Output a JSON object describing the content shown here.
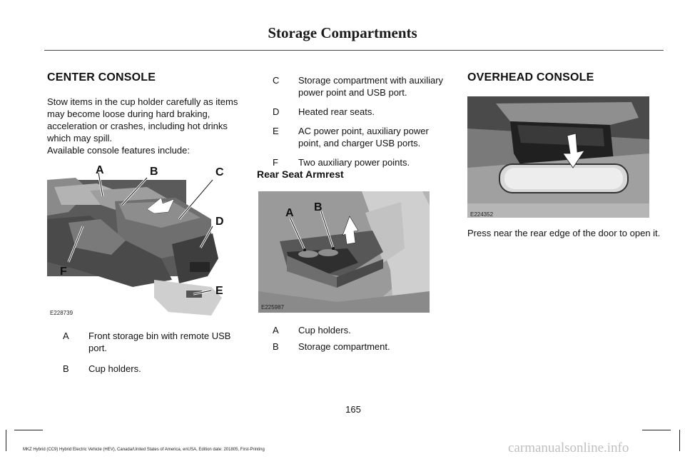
{
  "header": {
    "title": "Storage Compartments"
  },
  "center_console": {
    "title": "CENTER CONSOLE",
    "para1": "Stow items in the cup holder carefully as items may become loose during hard braking, acceleration or crashes, including hot drinks which may spill.",
    "para2": "Available console features include:",
    "figure_code": "E228739",
    "callouts": [
      "A",
      "B",
      "C",
      "D",
      "E",
      "F"
    ],
    "items": [
      {
        "key": "A",
        "text": "Front storage bin with remote USB port."
      },
      {
        "key": "B",
        "text": "Cup holders."
      },
      {
        "key": "C",
        "text": "Storage compartment with auxiliary power point and USB port."
      },
      {
        "key": "D",
        "text": "Heated rear seats."
      },
      {
        "key": "E",
        "text": "AC power point, auxiliary power point, and charger USB ports."
      },
      {
        "key": "F",
        "text": "Two auxiliary power points."
      }
    ]
  },
  "rear_seat_armrest": {
    "title": "Rear Seat Armrest",
    "figure_code": "E225987",
    "callouts": [
      "A",
      "B"
    ],
    "items": [
      {
        "key": "A",
        "text": "Cup holders."
      },
      {
        "key": "B",
        "text": "Storage compartment."
      }
    ]
  },
  "overhead_console": {
    "title": "OVERHEAD CONSOLE",
    "figure_code": "E224352",
    "para": "Press near the rear edge of the door to open it."
  },
  "footer": {
    "page_number": "165",
    "doc_info": "MKZ Hybrid (CC9) Hybrid Electric Vehicle (HEV), Canada/United States of America, enUSA, Edition date: 201805, First-Printing",
    "watermark": "carmanualsonline.info"
  }
}
